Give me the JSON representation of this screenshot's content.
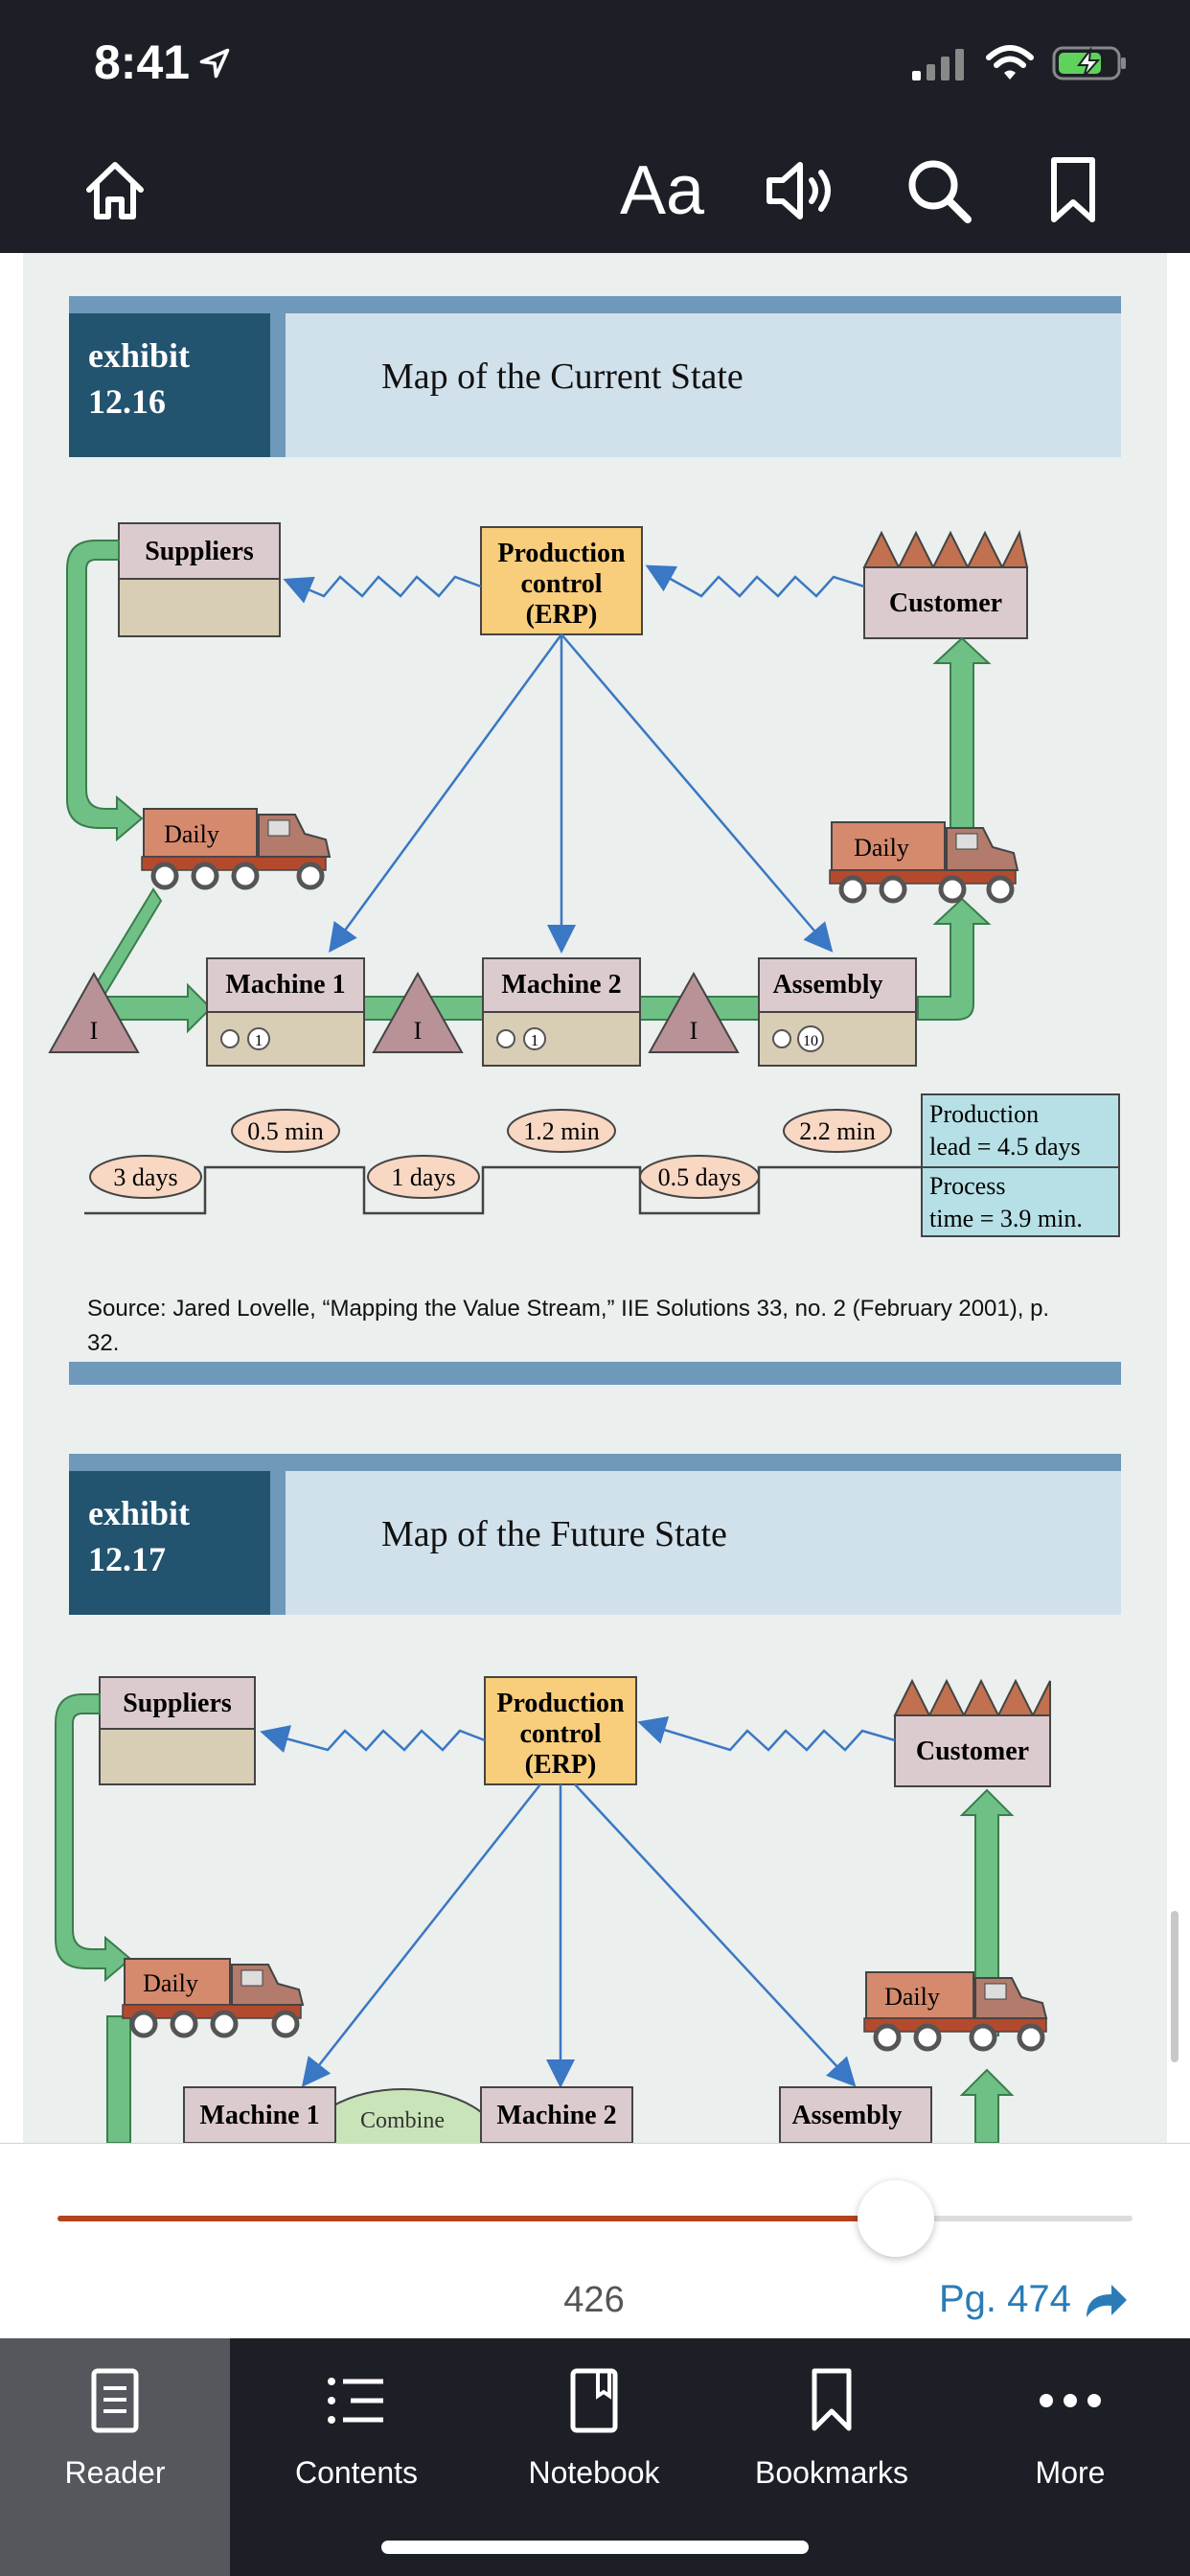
{
  "status_bar": {
    "time": "8:41"
  },
  "toolbar": {
    "font_label": "Aa"
  },
  "exhibits": [
    {
      "label_line1": "exhibit",
      "label_line2": "12.16",
      "title": "Map of the Current State"
    },
    {
      "label_line1": "exhibit",
      "label_line2": "12.17",
      "title": "Map of the Future State"
    }
  ],
  "map_current": {
    "suppliers": "Suppliers",
    "erp_line1": "Production",
    "erp_line2": "control",
    "erp_line3": "(ERP)",
    "customer": "Customer",
    "truck_left": "Daily",
    "truck_right": "Daily",
    "machine1": "Machine 1",
    "machine2": "Machine 2",
    "assembly": "Assembly",
    "inventory": "I",
    "op_m1": "1",
    "op_m2": "1",
    "op_asm": "10",
    "cycle_m1": "0.5 min",
    "cycle_m2": "1.2 min",
    "cycle_asm": "2.2 min",
    "wait_1": "3 days",
    "wait_2": "1 days",
    "wait_3": "0.5 days",
    "lead_line1": "Production",
    "lead_line2": "lead = 4.5 days",
    "proc_line1": "Process",
    "proc_line2": "time = 3.9 min."
  },
  "source": "Source: Jared Lovelle, “Mapping the Value Stream,” IIE Solutions 33, no. 2 (February 2001), p. 32.",
  "map_future": {
    "suppliers": "Suppliers",
    "erp_line1": "Production",
    "erp_line2": "control",
    "erp_line3": "(ERP)",
    "customer": "Customer",
    "truck_left": "Daily",
    "truck_right": "Daily",
    "machine1": "Machine 1",
    "machine2": "Machine 2",
    "assembly": "Assembly",
    "partial": "Combine"
  },
  "bottom": {
    "progress": 0.78,
    "page_number": "426",
    "page_link": "Pg. 474"
  },
  "tabs": [
    {
      "label": "Reader"
    },
    {
      "label": "Contents"
    },
    {
      "label": "Notebook"
    },
    {
      "label": "Bookmarks"
    },
    {
      "label": "More"
    }
  ],
  "colors": {
    "accent": "#b2431e",
    "link": "#2b7cb6",
    "flow_green": "#6fc085",
    "erp_box": "#f8cd7c",
    "box_pink": "#dccbce"
  }
}
